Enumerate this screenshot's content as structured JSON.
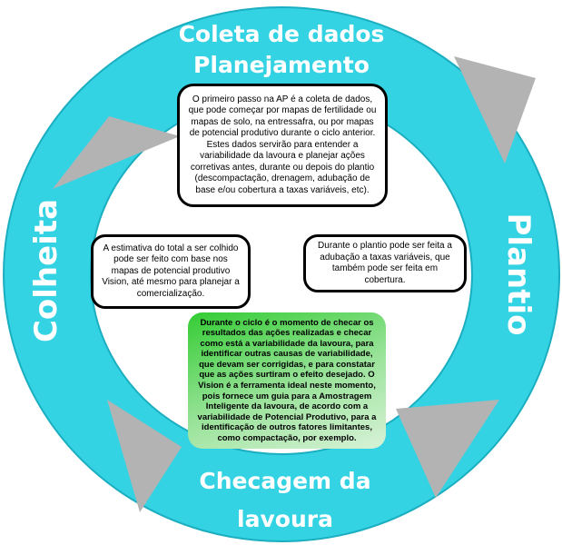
{
  "colors": {
    "ring": "#33d3e3",
    "ring_edge": "#1aaec0",
    "arrow": "#b3b3b3",
    "label_text": "#ffffff",
    "green_box": "#33cc33"
  },
  "stages": {
    "top_line1": "Coleta de dados",
    "top_line2": "Planejamento",
    "right": "Plantio",
    "bottom_line1": "Checagem da",
    "bottom_line2": "lavoura",
    "left": "Colheita"
  },
  "boxes": {
    "top": "O primeiro passo na AP é a coleta de dados, que pode começar por mapas de fertilidade ou mapas de solo, na entressafra, ou por mapas de potencial produtivo durante o ciclo anterior.  Estes dados servirão para entender a variabilidade da lavoura e planejar ações corretivas antes, durante ou depois do plantio (descompactação, drenagem, adubação de base e/ou cobertura a taxas variáveis, etc).",
    "left": "A estimativa do total a ser colhido pode ser feito com base nos mapas de potencial produtivo Vision, até mesmo para planejar a comercialização.",
    "right": "Durante o plantio pode ser feita a adubação a taxas variáveis, que também pode ser feita em cobertura.",
    "bottom": "Durante o ciclo é o momento de checar os resultados das ações realizadas e checar como está a variabilidade da lavoura, para identificar outras causas de variabilidade, que devam ser corrigidas, e para constatar que as ações surtiram o efeito desejado.  O Vision é a ferramenta ideal neste momento, pois fornece um guia para a Amostragem Inteligente da lavoura, de acordo com a variabilidade de Potencial Produtivo, para a identificação de outros fatores limitantes, como compactação, por exemplo."
  }
}
